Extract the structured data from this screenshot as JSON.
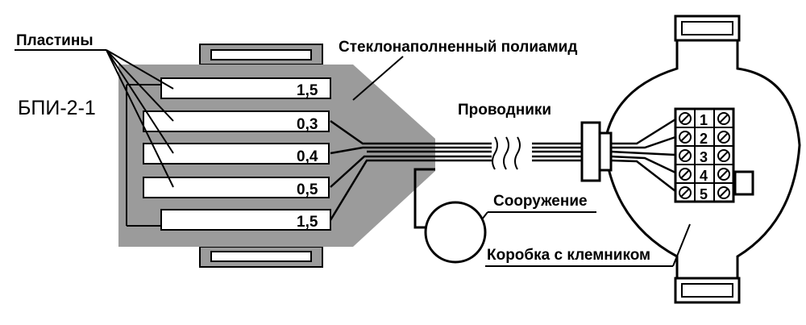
{
  "labels": {
    "plates": "Пластины",
    "device": "БПИ-2-1",
    "polyamide": "Стеклонаполненный полиамид",
    "conductors": "Проводники",
    "structure": "Сооружение",
    "box": "Коробка с клемником"
  },
  "plate_values": [
    "1,5",
    "0,3",
    "0,4",
    "0,5",
    "1,5"
  ],
  "terminals": [
    "1",
    "2",
    "3",
    "4",
    "5"
  ],
  "colors": {
    "housing": "#9b9b9b",
    "line": "#000000",
    "plate": "#ffffff",
    "background": "#ffffff"
  }
}
